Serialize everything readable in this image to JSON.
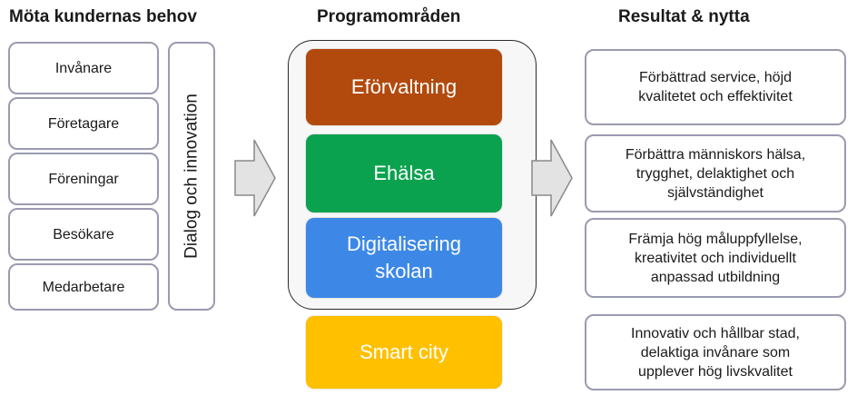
{
  "headings": {
    "left": "Möta kundernas behov",
    "middle": "Programområden",
    "right": "Resultat & nytta"
  },
  "customers": [
    "Invånare",
    "Företagare",
    "Föreningar",
    "Besökare",
    "Medarbetare"
  ],
  "dialog_label": "Dialog och innovation",
  "programs": [
    {
      "label": "Eförvaltning",
      "color": "#B24A0E"
    },
    {
      "label": "Ehälsa",
      "color": "#0BA24F"
    },
    {
      "label": "Digitalisering\nskolan",
      "color": "#3D88E6"
    },
    {
      "label": "Smart city",
      "color": "#FFC000"
    }
  ],
  "results": [
    "Förbättrad service, höjd\nkvalitetet och effektivitet",
    "Förbättra människors hälsa,\ntrygghet, delaktighet och\nsjälvständighet",
    "Främja hög måluppfyllelse,\nkreativitet och individuellt\nanpassad utbildning",
    "Innovativ och hållbar stad,\ndelaktiga invånare som\nupplever hög livskvalitet"
  ],
  "colors": {
    "box_border": "#9a9ab0",
    "arrow_fill": "#e3e3e3",
    "arrow_stroke": "#8a8a8a"
  }
}
